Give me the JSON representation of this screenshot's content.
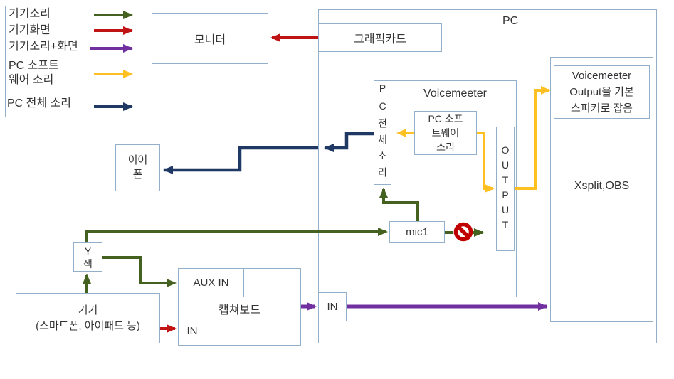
{
  "colors": {
    "green": "#44611f",
    "red": "#c01414",
    "purple": "#7030a0",
    "yellow": "#ffc024",
    "navy": "#1f3864",
    "border": "#92b0ca",
    "text": "#333333"
  },
  "legend": {
    "items": [
      {
        "label": "기기소리",
        "color_key": "green"
      },
      {
        "label": "기기화면",
        "color_key": "red"
      },
      {
        "label": "기기소리+화면",
        "color_key": "purple"
      },
      {
        "label": "PC 소프트\n웨어 소리",
        "color_key": "yellow"
      },
      {
        "label": "PC 전체 소리",
        "color_key": "navy"
      }
    ]
  },
  "nodes": {
    "pc": {
      "label": "PC"
    },
    "monitor": {
      "label": "모니터"
    },
    "graphics_card": {
      "label": "그래픽카드"
    },
    "voicemeeter": {
      "label": "Voicemeeter"
    },
    "pc_total_sound": {
      "label": "PC전체소리"
    },
    "pc_software_sound": {
      "label": "PC 소프\n트웨어\n소리"
    },
    "output": {
      "label": "OUTPUT"
    },
    "mic1": {
      "label": "mic1"
    },
    "xsplit_obs": {
      "label": "Xsplit,OBS"
    },
    "vm_output_note": {
      "label": "Voicemeeter\nOutput을 기본\n스피커로 잡음"
    },
    "earphone": {
      "label": "이어\n폰"
    },
    "y_jack": {
      "label": "Y\n잭"
    },
    "device": {
      "label": "기기\n(스마트폰, 아이패드 등)"
    },
    "capture_board": {
      "label": "캡쳐보드"
    },
    "aux_in": {
      "label": "AUX IN"
    },
    "capture_board_in": {
      "label": "IN"
    },
    "pc_in": {
      "label": "IN"
    }
  },
  "icons": {
    "blocked": "no-entry-sign"
  }
}
